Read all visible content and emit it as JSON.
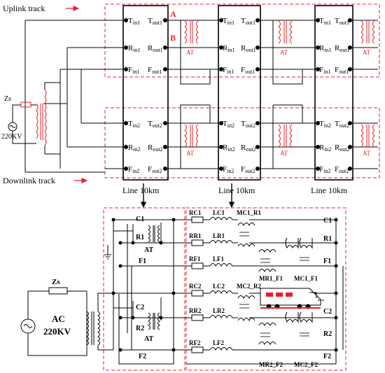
{
  "labels": {
    "uplink_track": "Uplink track",
    "downlink_track": "Downlink track",
    "point_a": "A",
    "point_b": "B",
    "zs_top": "Zs",
    "source_top": "220KV",
    "at": "AT",
    "section_labels": [
      "Line 10km",
      "Line 10km",
      "Line 10km"
    ],
    "block_rows": [
      [
        "T",
        "in1",
        "T",
        "out1"
      ],
      [
        "R",
        "in1",
        "R",
        "out1"
      ],
      [
        "F",
        "in1",
        "F",
        "out1"
      ],
      [
        "T",
        "in2",
        "T",
        "out2"
      ],
      [
        "R",
        "in2",
        "R",
        "out2"
      ],
      [
        "F",
        "in2",
        "F",
        "out2"
      ]
    ],
    "bottom_source_zs": "Zs",
    "bottom_source_ac": "AC",
    "bottom_source_kv": "220KV",
    "left_conductors": [
      "C1",
      "R1",
      "F1",
      "C2",
      "R2",
      "F2"
    ],
    "resistors": [
      "RC1",
      "RR1",
      "RF1",
      "RC2",
      "RR2",
      "RF2"
    ],
    "inductors": [
      "LC1",
      "LR1",
      "LF1",
      "LC2",
      "LR2",
      "LF2"
    ],
    "mutuals": [
      "MC1_R1",
      "MR1_F1",
      "MC1_F1",
      "MC2_R2",
      "MR2_F2",
      "MC2_F2"
    ],
    "right_conductors": [
      "C1",
      "R1",
      "F1",
      "C2",
      "R2",
      "F2"
    ],
    "ellipsis": "..."
  },
  "colors": {
    "line": "#000000",
    "accent": "#e8202a",
    "gray": "#9a9a9a"
  }
}
